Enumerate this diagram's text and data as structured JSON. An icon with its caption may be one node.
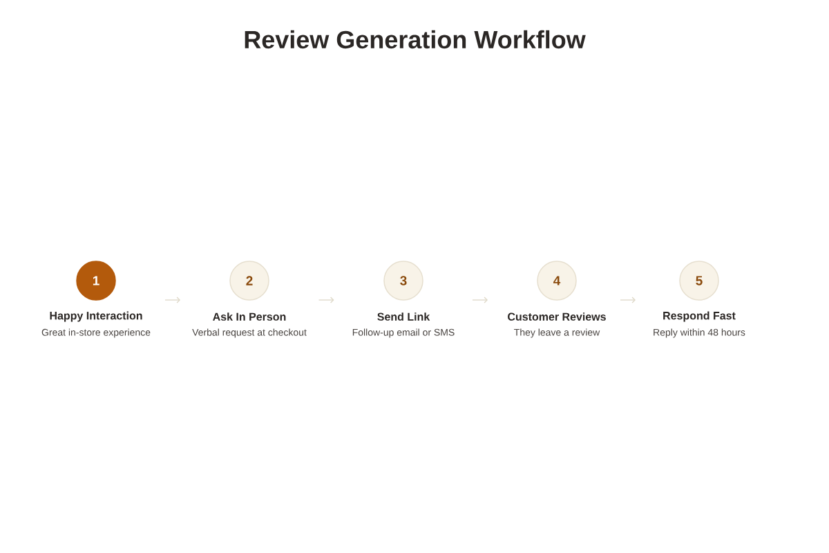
{
  "diagram": {
    "title": "Review Generation Workflow",
    "nodes": [
      {
        "text": [
          "1",
          "Happy Interaction",
          "Great in-store experience"
        ]
      },
      {
        "text": [
          "2",
          "Ask In Person",
          "Verbal request at checkout"
        ]
      },
      {
        "text": [
          "3",
          "Send Link",
          "Follow-up email or SMS"
        ]
      },
      {
        "text": [
          "4",
          "Customer Reviews",
          "They leave a review"
        ]
      },
      {
        "text": [
          "5",
          "Respond Fast",
          "Reply within 48 hours"
        ]
      }
    ],
    "edges": [
      {
        "from": 0,
        "to": 1,
        "arrow": "to"
      },
      {
        "from": 1,
        "to": 2,
        "arrow": "to"
      },
      {
        "from": 2,
        "to": 3,
        "arrow": "to"
      },
      {
        "from": 3,
        "to": 4,
        "arrow": "to"
      }
    ]
  }
}
